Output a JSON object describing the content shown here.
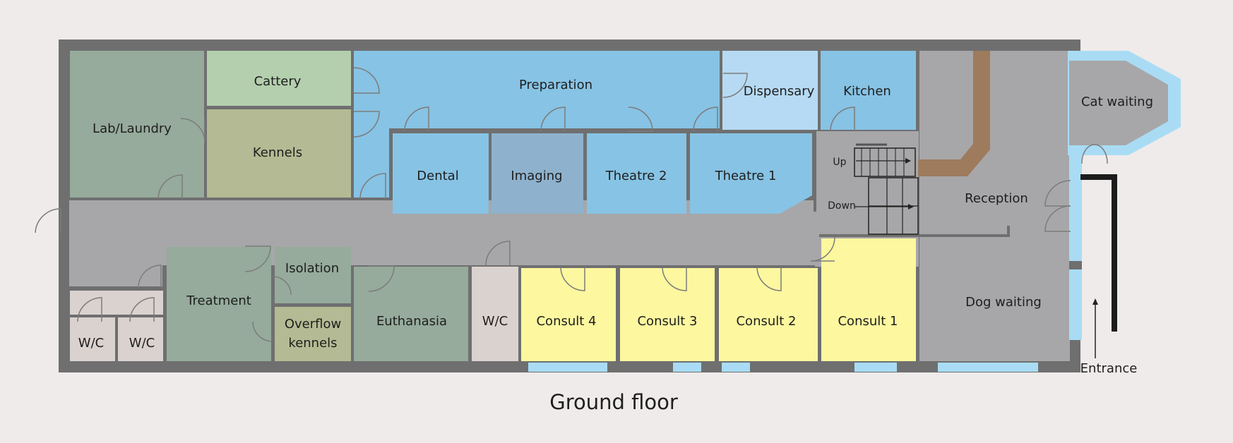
{
  "floor": {
    "title": "Ground floor",
    "rooms": {
      "lab_laundry": "Lab/Laundry",
      "cattery": "Cattery",
      "kennels": "Kennels",
      "preparation": "Preparation",
      "dispensary": "Dispensary",
      "kitchen": "Kitchen",
      "cat_waiting": "Cat waiting",
      "dental": "Dental",
      "imaging": "Imaging",
      "theatre_2": "Theatre 2",
      "theatre_1": "Theatre 1",
      "reception": "Reception",
      "treatment": "Treatment",
      "isolation": "Isolation",
      "overflow_kennels_1": "Overflow",
      "overflow_kennels_2": "kennels",
      "euthanasia": "Euthanasia",
      "wc_1": "W/C",
      "wc_2": "W/C",
      "wc_3": "W/C",
      "consult_4": "Consult 4",
      "consult_3": "Consult 3",
      "consult_2": "Consult 2",
      "consult_1": "Consult 1",
      "dog_waiting": "Dog waiting"
    },
    "stairs": {
      "up": "Up",
      "down": "Down"
    },
    "entrance": "Entrance"
  },
  "colors": {
    "background": "#efebea",
    "wall": "#6f6f70",
    "corridor": "#a7a7a9",
    "prep_blue": "#87c3e4",
    "dispensary_blue": "#b6daf3",
    "imaging_blue": "#8eb2cd",
    "window_blue": "#a9dcf4",
    "green_grey": "#96ab9b",
    "light_green": "#b4cfae",
    "olive": "#b4ba93",
    "wc_pink": "#dad2cf",
    "consult_yellow": "#fdf79f",
    "ramp_brown": "#9e7b5d",
    "railing": "#1c1c1c"
  }
}
